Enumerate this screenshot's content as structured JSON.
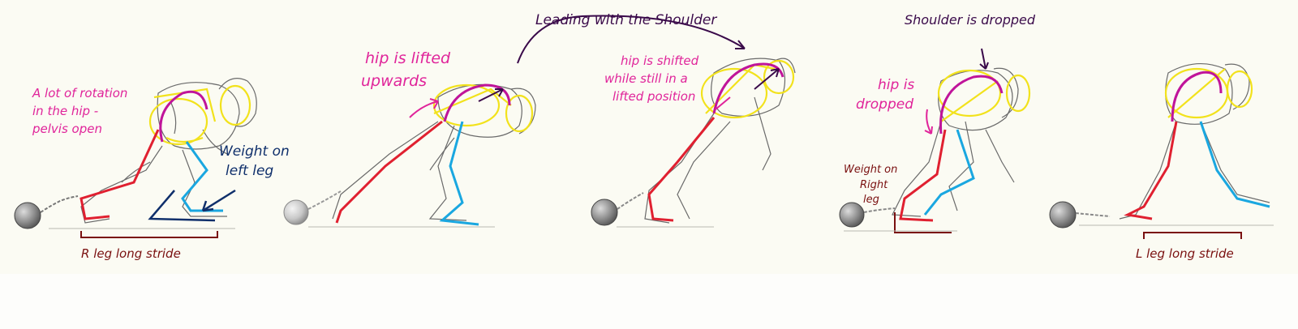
{
  "notes": {
    "rotation": [
      "A lot of rotation",
      "in the hip -",
      "pelvis open"
    ],
    "weight_left": [
      "Weight on",
      "left leg"
    ],
    "r_stride": "R leg long stride",
    "hip_lifted": [
      "hip is lifted",
      "upwards"
    ],
    "leading_shoulder": "Leading with the Shoulder",
    "hip_shifted": [
      "hip is shifted",
      "while still in a",
      "lifted position"
    ],
    "shoulder_dropped": "Shoulder is dropped",
    "hip_dropped": [
      "hip is",
      "dropped"
    ],
    "weight_right": [
      "Weight on",
      "Right",
      "leg"
    ],
    "l_stride": "L leg long stride"
  },
  "colors": {
    "magenta_notes": "#e0249a",
    "navy_notes": "#0f2f6b",
    "purple_notes": "#3a0a4a",
    "maroon_notes": "#7a1010",
    "right_leg": "#e02030",
    "left_leg": "#1aa7e0",
    "spine": "#c0149a",
    "torso_guides": "#f2e21c",
    "pencil": "#6a6a6a",
    "ball": "#8a8a8a"
  }
}
